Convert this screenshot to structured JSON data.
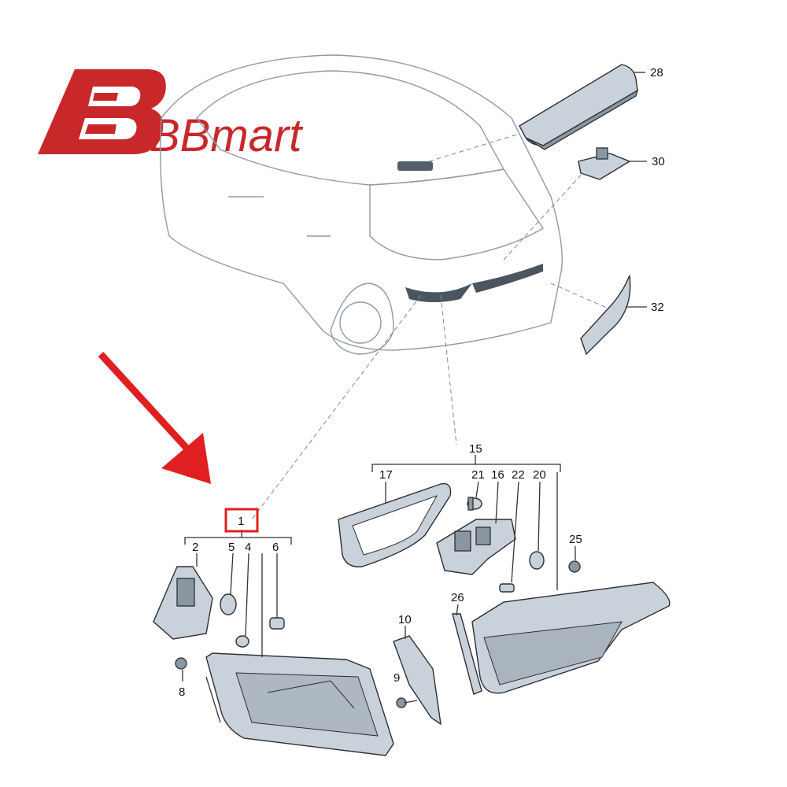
{
  "logo": {
    "text": "BBmart",
    "color": "#c8282a"
  },
  "callouts": [
    {
      "id": "28",
      "label": "28"
    },
    {
      "id": "30",
      "label": "30"
    },
    {
      "id": "32",
      "label": "32"
    },
    {
      "id": "15",
      "label": "15"
    },
    {
      "id": "17",
      "label": "17"
    },
    {
      "id": "21",
      "label": "21"
    },
    {
      "id": "16",
      "label": "16"
    },
    {
      "id": "22",
      "label": "22"
    },
    {
      "id": "20",
      "label": "20"
    },
    {
      "id": "25",
      "label": "25"
    },
    {
      "id": "1",
      "label": "1"
    },
    {
      "id": "2",
      "label": "2"
    },
    {
      "id": "5",
      "label": "5"
    },
    {
      "id": "4",
      "label": "4"
    },
    {
      "id": "6",
      "label": "6"
    },
    {
      "id": "10",
      "label": "10"
    },
    {
      "id": "26",
      "label": "26"
    },
    {
      "id": "9",
      "label": "9"
    },
    {
      "id": "8",
      "label": "8"
    }
  ],
  "highlight": {
    "part": "1",
    "color": "#e02020"
  },
  "arrow_color": "#e02020",
  "icons": [
    "bbmart-logo-icon",
    "red-pointer-arrow-icon"
  ]
}
